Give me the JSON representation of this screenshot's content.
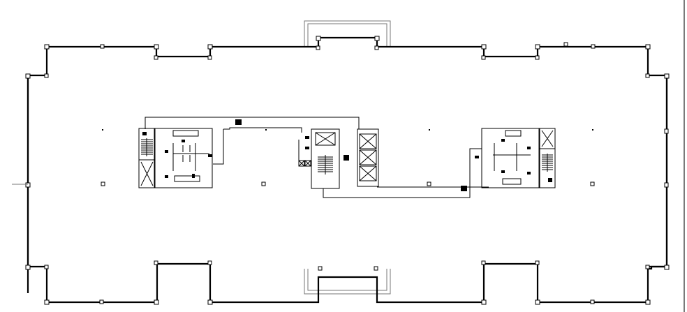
{
  "drawing": {
    "type": "architectural floor plan",
    "background": "#ffffff",
    "line_color": "#000000",
    "secondary_line_color": "#777777"
  },
  "rooms": {
    "left_core": {
      "label": "restroom / stair core (west)",
      "tags": [
        "room-tag-1",
        "room-tag-2",
        "room-tag-3",
        "room-tag-4",
        "room-tag-5"
      ]
    },
    "center_core": {
      "label": "stair / elevator core (center)",
      "tags": [
        "room-tag-6",
        "room-tag-7",
        "room-tag-8",
        "room-tag-9"
      ]
    },
    "right_core": {
      "label": "restroom / stair core (east)",
      "tags": [
        "room-tag-10",
        "room-tag-11",
        "room-tag-12",
        "room-tag-13",
        "room-tag-14"
      ]
    },
    "corridor_tags": [
      "corridor-tag-north",
      "corridor-tag-south",
      "lobby-tag"
    ]
  },
  "elevators": {
    "count": 3
  },
  "stairs": {
    "count": 3
  },
  "entries": [
    "north-entry-canopy",
    "south-entry-canopy"
  ]
}
